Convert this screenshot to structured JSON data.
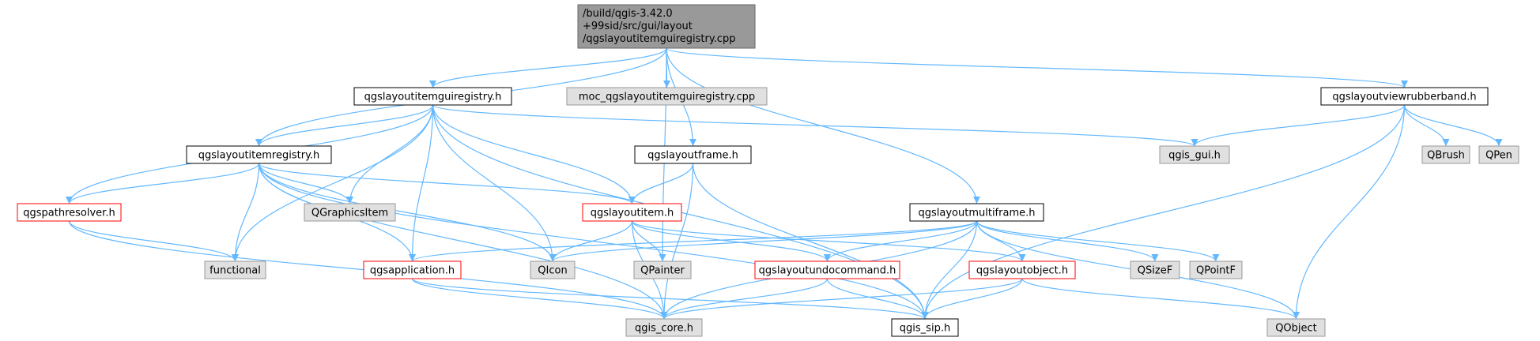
{
  "colors": {
    "edge": "#63b8ff",
    "root_fill": "#999999",
    "root_stroke": "#666666",
    "gray_fill": "#e0e0e0",
    "gray_stroke": "#999999",
    "white_fill": "#ffffff",
    "black_stroke": "#000000",
    "red_stroke": "#ff0000"
  },
  "nodes": {
    "root": {
      "lines": [
        "/build/qgis-3.42.0",
        "+99sid/src/gui/layout",
        "/qgslayoutitemguiregistry.cpp"
      ],
      "style": "root"
    },
    "itemguiregistry_h": {
      "lines": [
        "qgslayoutitemguiregistry.h"
      ],
      "style": "white"
    },
    "moc": {
      "lines": [
        "moc_qgslayoutitemguiregistry.cpp"
      ],
      "style": "gray"
    },
    "viewrubberband": {
      "lines": [
        "qgslayoutviewrubberband.h"
      ],
      "style": "white"
    },
    "itemregistry": {
      "lines": [
        "qgslayoutitemregistry.h"
      ],
      "style": "white"
    },
    "frame": {
      "lines": [
        "qgslayoutframe.h"
      ],
      "style": "white"
    },
    "gui": {
      "lines": [
        "qgis_gui.h"
      ],
      "style": "gray"
    },
    "qbrush": {
      "lines": [
        "QBrush"
      ],
      "style": "gray"
    },
    "qpen": {
      "lines": [
        "QPen"
      ],
      "style": "gray"
    },
    "pathresolver": {
      "lines": [
        "qgspathresolver.h"
      ],
      "style": "red"
    },
    "qgraphicsitem": {
      "lines": [
        "QGraphicsItem"
      ],
      "style": "gray"
    },
    "layoutitem": {
      "lines": [
        "qgslayoutitem.h"
      ],
      "style": "red"
    },
    "multiframe": {
      "lines": [
        "qgslayoutmultiframe.h"
      ],
      "style": "white"
    },
    "functional": {
      "lines": [
        "functional"
      ],
      "style": "gray"
    },
    "application": {
      "lines": [
        "qgsapplication.h"
      ],
      "style": "red"
    },
    "qicon": {
      "lines": [
        "QIcon"
      ],
      "style": "gray"
    },
    "qpainter": {
      "lines": [
        "QPainter"
      ],
      "style": "gray"
    },
    "undocommand": {
      "lines": [
        "qgslayoutundocommand.h"
      ],
      "style": "red"
    },
    "layoutobject": {
      "lines": [
        "qgslayoutobject.h"
      ],
      "style": "red"
    },
    "qsizef": {
      "lines": [
        "QSizeF"
      ],
      "style": "gray"
    },
    "qpointf": {
      "lines": [
        "QPointF"
      ],
      "style": "gray"
    },
    "core": {
      "lines": [
        "qgis_core.h"
      ],
      "style": "gray"
    },
    "sip": {
      "lines": [
        "qgis_sip.h"
      ],
      "style": "white"
    },
    "qobject": {
      "lines": [
        "QObject"
      ],
      "style": "gray"
    }
  },
  "edges": [
    [
      "root",
      "itemguiregistry_h"
    ],
    [
      "root",
      "moc"
    ],
    [
      "root",
      "viewrubberband"
    ],
    [
      "root",
      "itemregistry"
    ],
    [
      "root",
      "frame"
    ],
    [
      "root",
      "multiframe"
    ],
    [
      "root",
      "qpainter"
    ],
    [
      "itemguiregistry_h",
      "itemregistry"
    ],
    [
      "itemguiregistry_h",
      "gui"
    ],
    [
      "itemguiregistry_h",
      "pathresolver"
    ],
    [
      "itemguiregistry_h",
      "qgraphicsitem"
    ],
    [
      "itemguiregistry_h",
      "layoutitem"
    ],
    [
      "itemguiregistry_h",
      "functional"
    ],
    [
      "itemguiregistry_h",
      "application"
    ],
    [
      "itemguiregistry_h",
      "qicon"
    ],
    [
      "itemguiregistry_h",
      "sip"
    ],
    [
      "viewrubberband",
      "gui"
    ],
    [
      "viewrubberband",
      "qbrush"
    ],
    [
      "viewrubberband",
      "qpen"
    ],
    [
      "viewrubberband",
      "sip"
    ],
    [
      "viewrubberband",
      "qobject"
    ],
    [
      "itemregistry",
      "pathresolver"
    ],
    [
      "itemregistry",
      "qgraphicsitem"
    ],
    [
      "itemregistry",
      "layoutitem"
    ],
    [
      "itemregistry",
      "functional"
    ],
    [
      "itemregistry",
      "application"
    ],
    [
      "itemregistry",
      "qicon"
    ],
    [
      "itemregistry",
      "core"
    ],
    [
      "itemregistry",
      "sip"
    ],
    [
      "frame",
      "layoutitem"
    ],
    [
      "frame",
      "core"
    ],
    [
      "frame",
      "sip"
    ],
    [
      "pathresolver",
      "functional"
    ],
    [
      "pathresolver",
      "core"
    ],
    [
      "layoutitem",
      "qicon"
    ],
    [
      "layoutitem",
      "qpainter"
    ],
    [
      "layoutitem",
      "undocommand"
    ],
    [
      "layoutitem",
      "layoutobject"
    ],
    [
      "layoutitem",
      "core"
    ],
    [
      "multiframe",
      "application"
    ],
    [
      "multiframe",
      "qicon"
    ],
    [
      "multiframe",
      "undocommand"
    ],
    [
      "multiframe",
      "layoutobject"
    ],
    [
      "multiframe",
      "qsizef"
    ],
    [
      "multiframe",
      "qpointf"
    ],
    [
      "multiframe",
      "core"
    ],
    [
      "multiframe",
      "sip"
    ],
    [
      "multiframe",
      "qobject"
    ],
    [
      "application",
      "core"
    ],
    [
      "application",
      "sip"
    ],
    [
      "undocommand",
      "core"
    ],
    [
      "undocommand",
      "sip"
    ],
    [
      "layoutobject",
      "core"
    ],
    [
      "layoutobject",
      "sip"
    ],
    [
      "layoutobject",
      "qobject"
    ]
  ]
}
